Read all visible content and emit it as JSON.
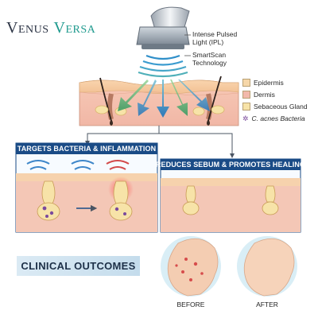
{
  "brand": {
    "part1": "Venus",
    "part2": "Versa"
  },
  "callouts": {
    "ipl": [
      "Intense Pulsed",
      "Light (IPL)"
    ],
    "smartscan": [
      "SmartScan",
      "Technology"
    ]
  },
  "legend": [
    {
      "label": "Epidermis",
      "color": "#f6d7a9"
    },
    {
      "label": "Dermis",
      "color": "#f2b9ab"
    },
    {
      "label": "Sebaceous Gland",
      "color": "#f7e3a8"
    },
    {
      "label": "C. acnes Bacteria",
      "color": "#7a4a9c",
      "icon": "bacteria-icon"
    }
  ],
  "panels": {
    "left_title": "TARGETS BACTERIA & INFLAMMATION",
    "right_title": "REDUCES SEBUM & PROMOTES HEALING"
  },
  "outcomes": {
    "title": "CLINICAL OUTCOMES",
    "before": "BEFORE",
    "after": "AFTER"
  },
  "colors": {
    "accent_teal": "#1f9a8e",
    "banner_blue": "#1a4b86",
    "arrow_blue": "#4b86c6",
    "arrow_green": "#5bb07a",
    "skin": "#f8d8bf"
  }
}
